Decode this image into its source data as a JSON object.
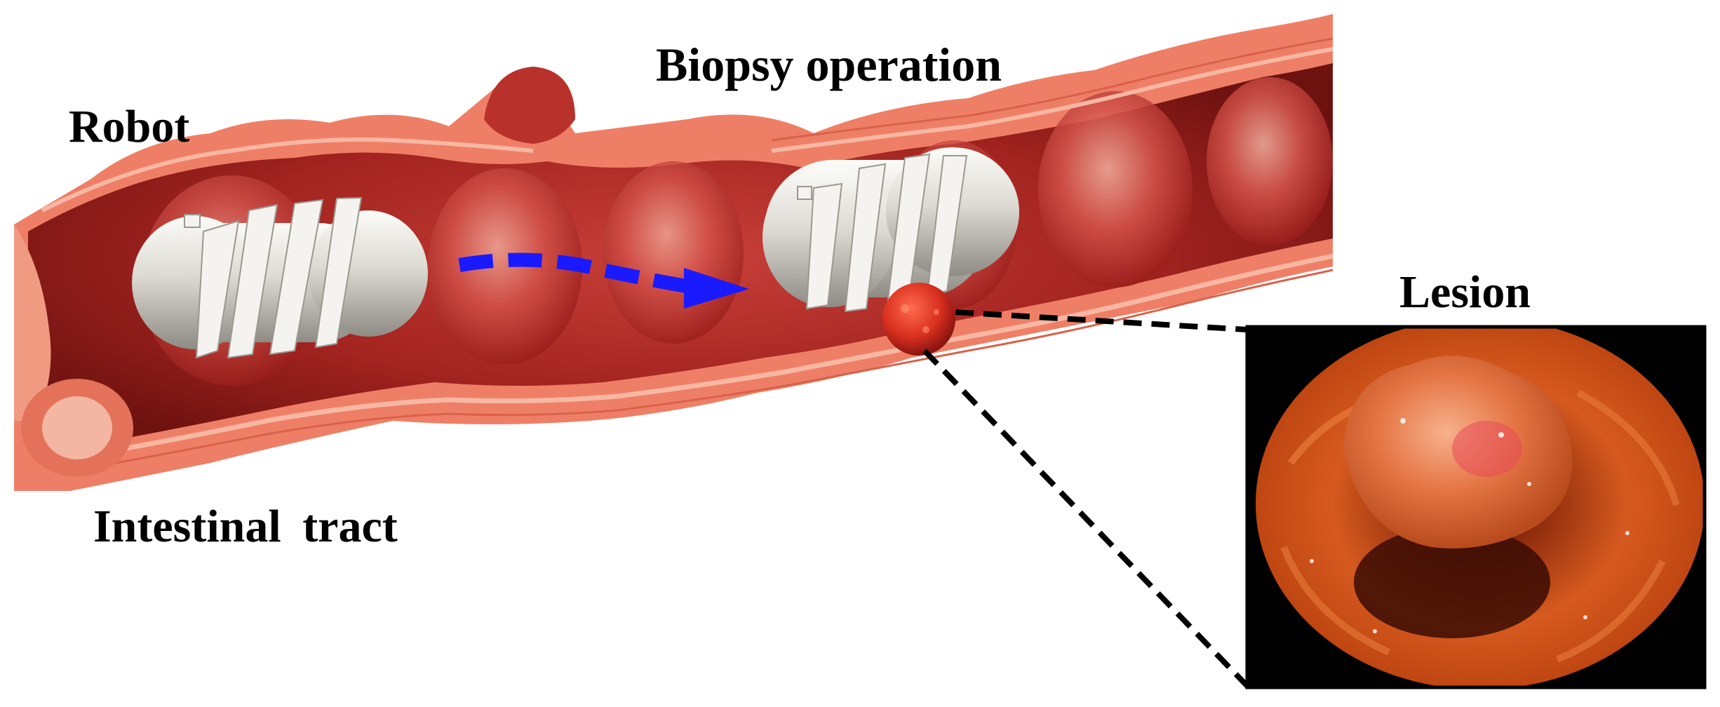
{
  "labels": {
    "robot": "Robot",
    "biopsy": "Biopsy operation",
    "lesion": "Lesion",
    "tract": "Intestinal  tract"
  },
  "colors": {
    "tissue": "#ee7f66",
    "tissue_light": "#f6a58f",
    "lumen_dark": "#8b1a17",
    "lumen": "#b8322b",
    "robot": "#e4e2dc",
    "arrow": "#1a1aff",
    "lesion": "#d9301f",
    "endoscopy_bg": "#000000",
    "endoscopy_tissue": "#d4521e"
  },
  "icons": [
    "spiral-capsule-robot-icon",
    "movement-arrow-icon",
    "lesion-polyp-icon"
  ]
}
